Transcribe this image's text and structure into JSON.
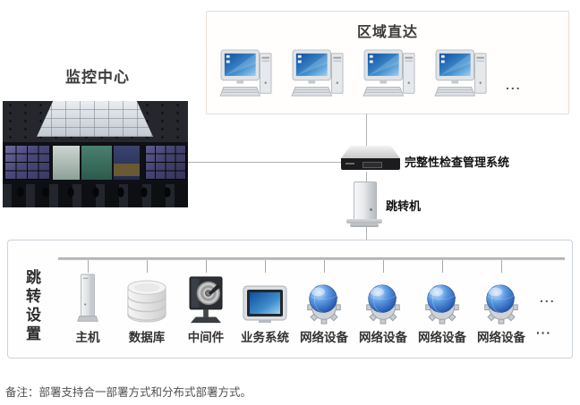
{
  "diagram": {
    "monitoring_center_label": "监控中心",
    "top_box": {
      "title": "区域直达",
      "workstation_count": 4,
      "ellipsis": "..."
    },
    "integrity_system_label": "完整性检查管理系统",
    "jump_machine_label": "跳转机",
    "bottom_box": {
      "title": "跳转设置",
      "devices": [
        {
          "label": "主机",
          "icon": "host-tower-icon"
        },
        {
          "label": "数据库",
          "icon": "database-icon"
        },
        {
          "label": "中间件",
          "icon": "harddisk-icon"
        },
        {
          "label": "业务系统",
          "icon": "tv-monitor-icon"
        },
        {
          "label": "网络设备",
          "icon": "network-globe-gear-icon"
        },
        {
          "label": "网络设备",
          "icon": "network-globe-gear-icon"
        },
        {
          "label": "网络设备",
          "icon": "network-globe-gear-icon"
        },
        {
          "label": "网络设备",
          "icon": "network-globe-gear-icon"
        }
      ],
      "icon_row_ellipsis": "...",
      "label_row_ellipsis": "···"
    },
    "footer_note": "备注：部署支持合一部署方式和分布式部署方式。"
  },
  "icons": {
    "workstation": "desktop-computer-icon",
    "switch": "rack-switch-icon",
    "jump_machine": "tower-server-icon"
  },
  "colors": {
    "top_box_border": "#e7dcd3",
    "bottom_box_border": "#ccd3db",
    "connector_line": "#b0b0b0",
    "text_dark": "#333333",
    "screen_blue": "#2a6db5",
    "globe_blue": "#1a56b0"
  }
}
